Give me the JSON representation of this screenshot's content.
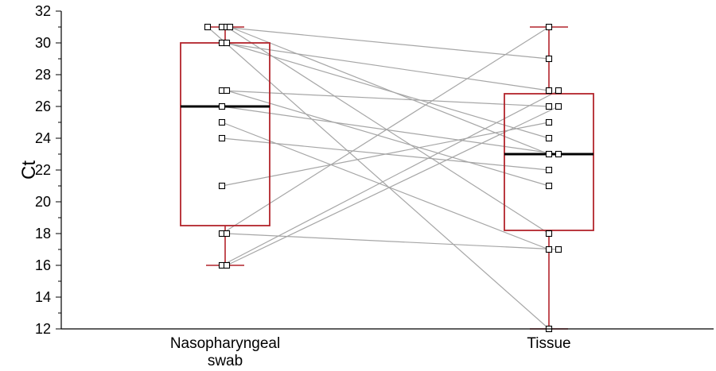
{
  "chart_data": {
    "type": "box",
    "ylabel": "Ct",
    "ylim": [
      12,
      32
    ],
    "yticks": [
      12,
      14,
      16,
      18,
      20,
      22,
      24,
      26,
      28,
      30,
      32
    ],
    "categories": [
      {
        "lines": [
          "Nasopharyngeal",
          "swab"
        ]
      },
      {
        "lines": [
          "Tissue"
        ]
      }
    ],
    "boxes": [
      {
        "q1": 18.5,
        "median": 26,
        "q3": 30,
        "whisker_low": 16,
        "whisker_high": 31
      },
      {
        "q1": 18.2,
        "median": 23,
        "q3": 26.8,
        "whisker_low": 12,
        "whisker_high": 31
      }
    ],
    "paired_samples": [
      [
        31,
        29
      ],
      [
        31,
        18
      ],
      [
        31,
        23
      ],
      [
        31,
        12
      ],
      [
        30,
        27
      ],
      [
        30,
        24
      ],
      [
        27,
        26
      ],
      [
        27,
        21
      ],
      [
        26,
        23
      ],
      [
        25,
        17
      ],
      [
        24,
        22
      ],
      [
        21,
        25
      ],
      [
        18,
        31
      ],
      [
        18,
        17
      ],
      [
        16,
        27
      ],
      [
        16,
        26
      ]
    ],
    "colors": {
      "box": "#b2242b",
      "median": "#000000",
      "pair_line": "#a6a6a6",
      "point_edge": "#000000"
    }
  }
}
